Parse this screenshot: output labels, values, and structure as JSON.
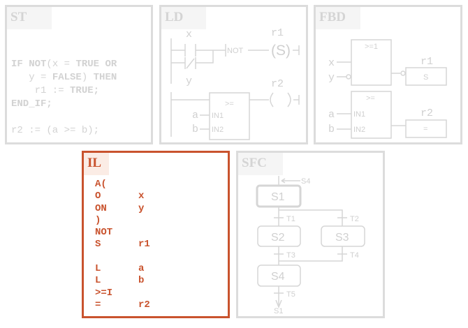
{
  "panels": {
    "st": {
      "title": "ST",
      "line1": {
        "kw1": "IF NOT",
        "t1": "(x = ",
        "kw2": "TRUE OR"
      },
      "line2": {
        "t1": "   y = ",
        "kw1": "FALSE",
        "t2": ") ",
        "kw2": "THEN"
      },
      "line3": {
        "t1": "    r1 := ",
        "kw1": "TRUE;"
      },
      "line4": {
        "kw1": "END_IF;"
      },
      "line5": {
        "t1": "r2 := (a >= b);"
      }
    },
    "ld": {
      "title": "LD",
      "contact_x": "x",
      "contact_y": "y",
      "not_label": "NOT",
      "coil1_label": "r1",
      "coil1_symbol": "(S)",
      "coil2_label": "r2",
      "coil2_symbol": "( )",
      "block_op": ">=",
      "in1": "IN1",
      "in2": "IN2",
      "var_a": "a",
      "var_b": "b"
    },
    "fbd": {
      "title": "FBD",
      "or_block": ">=1",
      "var_x": "x",
      "var_y": "y",
      "out1": "r1",
      "set_block": "S",
      "ge_block": ">=",
      "in1": "IN1",
      "in2": "IN2",
      "var_a": "a",
      "var_b": "b",
      "out2": "r2",
      "assign_block": "="
    },
    "il": {
      "title": "IL",
      "rows": [
        {
          "op": "A(",
          "arg": ""
        },
        {
          "op": "O",
          "arg": "x"
        },
        {
          "op": "ON",
          "arg": "y"
        },
        {
          "op": ")",
          "arg": ""
        },
        {
          "op": "NOT",
          "arg": ""
        },
        {
          "op": "S",
          "arg": "r1"
        },
        {
          "op": "",
          "arg": ""
        },
        {
          "op": "L",
          "arg": "a"
        },
        {
          "op": "L",
          "arg": "b"
        },
        {
          "op": ">=I",
          "arg": ""
        },
        {
          "op": "=",
          "arg": "r2"
        }
      ]
    },
    "sfc": {
      "title": "SFC",
      "entry_from": "S4",
      "steps": [
        "S1",
        "S2",
        "S3",
        "S4"
      ],
      "transitions": [
        "T1",
        "T2",
        "T3",
        "T4",
        "T5"
      ],
      "exit_to": "S1"
    }
  },
  "colors": {
    "inactive": "#dcdcdc",
    "active": "#c9532e"
  }
}
